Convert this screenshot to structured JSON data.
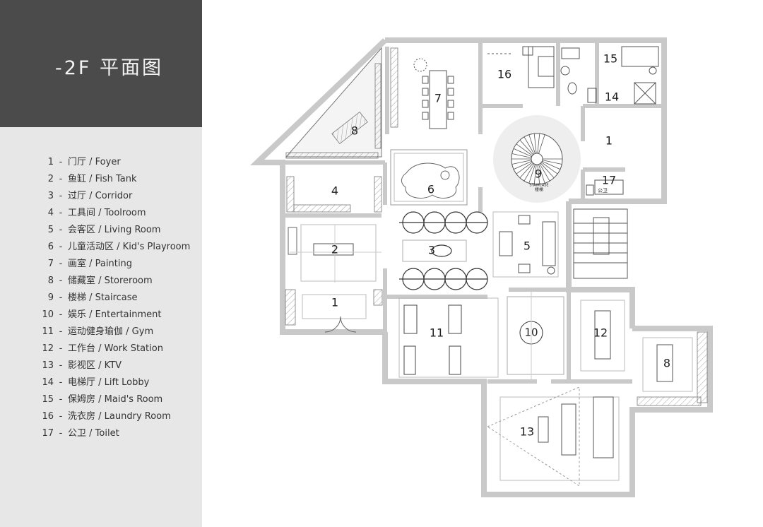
{
  "header": {
    "title": "-2F 平面图"
  },
  "legend": {
    "items": [
      {
        "num": "1",
        "sep": "-",
        "zh": "门厅",
        "en": "Foyer"
      },
      {
        "num": "2",
        "sep": "-",
        "zh": "鱼缸",
        "en": "Fish Tank"
      },
      {
        "num": "3",
        "sep": "-",
        "zh": "过厅",
        "en": "Corridor"
      },
      {
        "num": "4",
        "sep": "-",
        "zh": "工具间",
        "en": "Toolroom"
      },
      {
        "num": "5",
        "sep": "-",
        "zh": "会客区",
        "en": "Living Room"
      },
      {
        "num": "6",
        "sep": "-",
        "zh": "儿童活动区",
        "en": "Kid's Playroom"
      },
      {
        "num": "7",
        "sep": "-",
        "zh": "画室",
        "en": "Painting"
      },
      {
        "num": "8",
        "sep": "-",
        "zh": "储藏室",
        "en": "Storeroom"
      },
      {
        "num": "9",
        "sep": "-",
        "zh": "楼梯",
        "en": "Staircase"
      },
      {
        "num": "10",
        "sep": "-",
        "zh": "娱乐",
        "en": "Entertainment"
      },
      {
        "num": "11",
        "sep": "-",
        "zh": "运动健身瑜伽",
        "en": "Gym"
      },
      {
        "num": "12",
        "sep": "-",
        "zh": "工作台",
        "en": "Work Station"
      },
      {
        "num": "13",
        "sep": "-",
        "zh": "影视区",
        "en": "KTV"
      },
      {
        "num": "14",
        "sep": "-",
        "zh": "电梯厅",
        "en": "Lift Lobby"
      },
      {
        "num": "15",
        "sep": "-",
        "zh": "保姆房",
        "en": "Maid's Room"
      },
      {
        "num": "16",
        "sep": "-",
        "zh": "洗衣房",
        "en": "Laundry Room"
      },
      {
        "num": "17",
        "sep": "-",
        "zh": "公卫",
        "en": "Toilet"
      }
    ]
  },
  "plan": {
    "labels": {
      "foyer": "1",
      "fish_tank": "2",
      "corridor": "3",
      "toolroom": "4",
      "living_room": "5",
      "kids_playroom": "6",
      "painting": "7",
      "storeroom_west": "8",
      "storeroom_east": "8",
      "staircase": "9",
      "entertainment": "10",
      "gym": "11",
      "work_station": "12",
      "ktv": "13",
      "lift_lobby": "14",
      "maids_room": "15",
      "laundry_room": "16",
      "toilet": "17",
      "room_1_east": "1"
    },
    "stair_text_en": "STAIRCASE",
    "stair_text_zh": "楼梯",
    "wc_text": "公卫"
  },
  "colors": {
    "sidebar_bg": "#e7e7e7",
    "title_bg": "#4b4b4b",
    "wall": "#c9c9c9",
    "line": "#555555"
  }
}
